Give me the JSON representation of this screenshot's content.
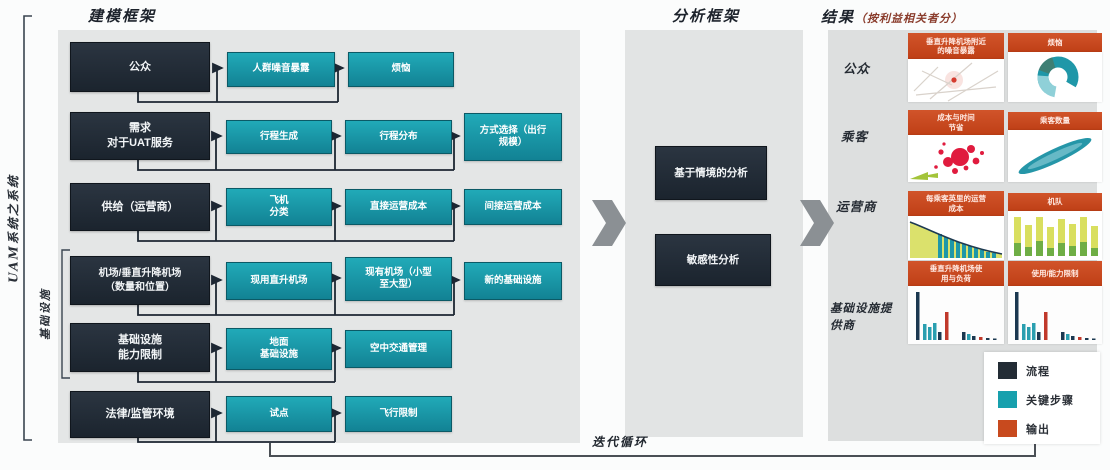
{
  "titles": {
    "left": "建模框架",
    "middle": "分析框架",
    "right": "结果",
    "right_sub": "（按利益相关者分）"
  },
  "axis": {
    "outer": "UAM系统之系统",
    "inner": "基础设施"
  },
  "model": {
    "rows": [
      {
        "source": "公众",
        "steps": [
          "人群噪音暴露",
          "烦恼"
        ]
      },
      {
        "source": "需求\n对于UAT服务",
        "steps": [
          "行程生成",
          "行程分布",
          "方式选择（出行\n规模）"
        ]
      },
      {
        "source": "供给（运营商）",
        "steps": [
          "飞机\n分类",
          "直接运营成本",
          "间接运营成本"
        ]
      },
      {
        "source": "机场/垂直升降机场\n（数量和位置）",
        "steps": [
          "现用直升机场",
          "现有机场（小型\n至大型）",
          "新的基础设施"
        ]
      },
      {
        "source": "基础设施\n能力限制",
        "steps": [
          "地面\n基础设施",
          "空中交通管理"
        ]
      },
      {
        "source": "法律/监管环境",
        "steps": [
          "试点",
          "飞行限制"
        ]
      }
    ]
  },
  "analysis": {
    "boxes": [
      "基于情境的分析",
      "敏感性分析"
    ]
  },
  "results": {
    "rows": [
      {
        "stakeholder": "公众",
        "cells": [
          {
            "label": "垂直升降机场附近\n的噪音暴露",
            "chart": "noise-map"
          },
          {
            "label": "烦恼",
            "chart": "donut"
          }
        ]
      },
      {
        "stakeholder": "乘客",
        "cells": [
          {
            "label": "成本与时间\n节省",
            "chart": "red-scatter"
          },
          {
            "label": "乘客数量",
            "chart": "teal-streak"
          }
        ]
      },
      {
        "stakeholder": "运营商",
        "cells": [
          {
            "label": "每乘客英里的运营\n成本",
            "chart": "area-decline"
          },
          {
            "label": "机队",
            "chart": "yellow-bars"
          }
        ]
      },
      {
        "stakeholder": "基础设施提\n供商",
        "cells": [
          {
            "label": "垂直升降机场使\n用与负荷",
            "chart": "grouped-bars"
          },
          {
            "label": "使用/能力限制",
            "chart": "grouped-bars"
          }
        ]
      }
    ]
  },
  "legend": {
    "items": [
      {
        "label": "流程",
        "color": "#232c35"
      },
      {
        "label": "关键步骤",
        "color": "#17a0ad"
      },
      {
        "label": "输出",
        "color": "#c84a1e"
      }
    ]
  },
  "loop": {
    "label": "迭代循环"
  },
  "colors": {
    "process_box": "#232c35",
    "key_step_box": "#17a0ad",
    "output_label": "#c84a1e",
    "panel_gray": "#e4e6e6",
    "big_arrow": "#8b9094",
    "connector": "#1d2733"
  }
}
